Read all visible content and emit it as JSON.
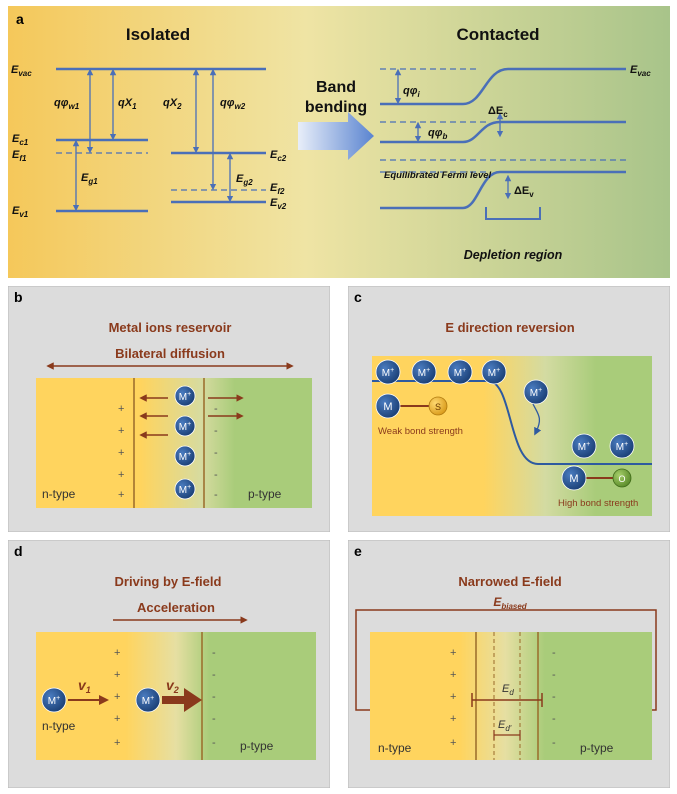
{
  "panel_a": {
    "letter": "a",
    "isolated_title": "Isolated",
    "contacted_title": "Contacted",
    "band_bending": [
      "Band",
      "bending"
    ],
    "e_vac_left": "E",
    "e_vac_sub": "vac",
    "q_phi_w1": "qφ",
    "q_phi_w1_sub": "w1",
    "q_chi_1": "qX",
    "q_chi_1_sub": "1",
    "q_chi_2": "qX",
    "q_chi_2_sub": "2",
    "q_phi_w2": "qφ",
    "q_phi_w2_sub": "w2",
    "e_c1": "E",
    "e_c1_sub": "c1",
    "e_f1": "E",
    "e_f1_sub": "f1",
    "e_g1": "E",
    "e_g1_sub": "g1",
    "e_v1": "E",
    "e_v1_sub": "v1",
    "e_c2": "E",
    "e_c2_sub": "c2",
    "e_g2": "E",
    "e_g2_sub": "g2",
    "e_f2": "E",
    "e_f2_sub": "f2",
    "e_v2": "E",
    "e_v2_sub": "v2",
    "q_phi_i": "qφ",
    "q_phi_i_sub": "i",
    "q_phi_b": "qφ",
    "q_phi_b_sub": "b",
    "delta_ec": "ΔE",
    "delta_ec_sub": "c",
    "delta_ev": "ΔE",
    "delta_ev_sub": "v",
    "equilibrated": "Equilibrated  Fermi level",
    "depletion": "Depletion region"
  },
  "panel_b": {
    "letter": "b",
    "title": "Metal ions reservoir",
    "subtitle": "Bilateral diffusion",
    "ion": "M",
    "ion_sup": "+",
    "n_type": "n-type",
    "p_type": "p-type",
    "plus": "+",
    "minus": "-"
  },
  "panel_c": {
    "letter": "c",
    "title": "E direction reversion",
    "ion": "M",
    "ion_sup": "+",
    "metal": "M",
    "sulfur": "S",
    "oxygen": "O",
    "weak": "Weak bond strength",
    "high": "High bond strength"
  },
  "panel_d": {
    "letter": "d",
    "title": "Driving by E-field",
    "subtitle": "Acceleration",
    "ion": "M",
    "ion_sup": "+",
    "v1": "v",
    "v1_sub": "1",
    "v2": "v",
    "v2_sub": "2",
    "n_type": "n-type",
    "p_type": "p-type",
    "plus": "+",
    "minus": "-"
  },
  "panel_e": {
    "letter": "e",
    "title": "Narrowed E-field",
    "e_biased": "E",
    "e_biased_sub": "biased",
    "e_d": "E",
    "e_d_sub": "d",
    "e_d2": "E",
    "e_d2_sub": "d'",
    "n_type": "n-type",
    "p_type": "p-type",
    "plus": "+",
    "minus": "-"
  },
  "colors": {
    "band": "#4a6fb8",
    "brown": "#8a3a1c",
    "ion": "#1f4e8c",
    "yellow": "#ffd45e",
    "green": "#a9cc7a",
    "gray": "#dcdcdc"
  }
}
